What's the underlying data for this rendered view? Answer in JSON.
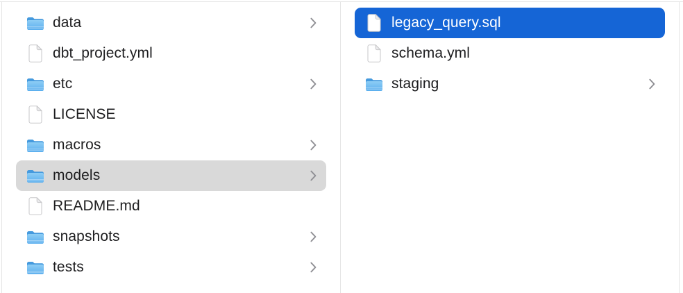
{
  "colors": {
    "selection_blue": "#1565d6",
    "selection_gray": "#d9d9d9",
    "divider": "#e4e4e4",
    "text": "#1d1d1f",
    "text_selected": "#ffffff",
    "chevron": "#8e8e93"
  },
  "file_browser": {
    "view": "finder-column-view",
    "columns": [
      {
        "name": "project-root-column",
        "items": [
          {
            "label": "data",
            "type": "folder",
            "chevron": true,
            "selected": false
          },
          {
            "label": "dbt_project.yml",
            "type": "file",
            "chevron": false,
            "selected": false
          },
          {
            "label": "etc",
            "type": "folder",
            "chevron": true,
            "selected": false
          },
          {
            "label": "LICENSE",
            "type": "file",
            "chevron": false,
            "selected": false
          },
          {
            "label": "macros",
            "type": "folder",
            "chevron": true,
            "selected": false
          },
          {
            "label": "models",
            "type": "folder",
            "chevron": true,
            "selected": true,
            "selection_style": "inactive"
          },
          {
            "label": "README.md",
            "type": "file",
            "chevron": false,
            "selected": false
          },
          {
            "label": "snapshots",
            "type": "folder",
            "chevron": true,
            "selected": false
          },
          {
            "label": "tests",
            "type": "folder",
            "chevron": true,
            "selected": false
          }
        ]
      },
      {
        "name": "models-contents-column",
        "items": [
          {
            "label": "legacy_query.sql",
            "type": "file",
            "chevron": false,
            "selected": true,
            "selection_style": "active"
          },
          {
            "label": "schema.yml",
            "type": "file",
            "chevron": false,
            "selected": false
          },
          {
            "label": "staging",
            "type": "folder",
            "chevron": true,
            "selected": false
          }
        ]
      }
    ]
  }
}
